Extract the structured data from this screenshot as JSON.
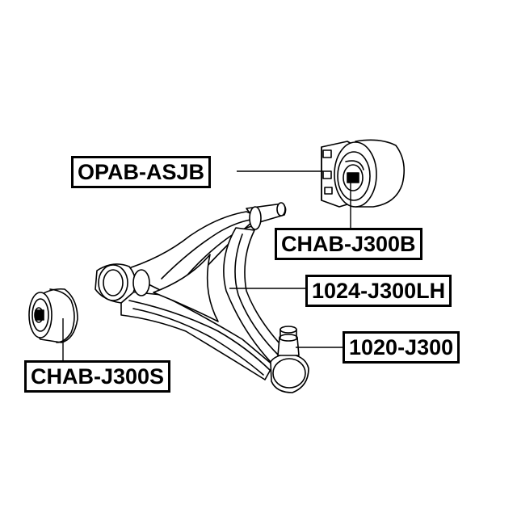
{
  "labels": {
    "opab_asjb": "OPAB-ASJB",
    "chab_j300b": "CHAB-J300B",
    "lh_1024_j300": "1024-J300LH",
    "joint_1020_j300": "1020-J300",
    "chab_j300s": "CHAB-J300S"
  }
}
